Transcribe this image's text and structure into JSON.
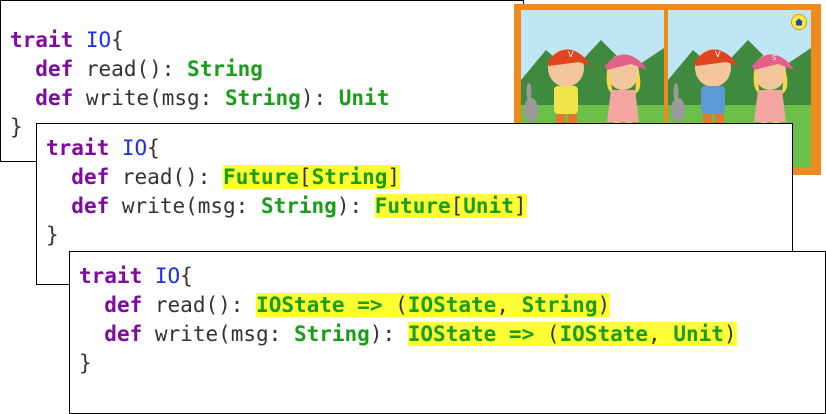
{
  "blocks": [
    {
      "line1": {
        "kw": "trait",
        "name": "IO",
        "brace": "{"
      },
      "line2": {
        "kw": "def",
        "sig": "read(): ",
        "ret": "String"
      },
      "line3": {
        "kw": "def",
        "sig": "write(msg: ",
        "arg": "String",
        "mid": "): ",
        "ret": "Unit"
      },
      "line4": "}"
    },
    {
      "line1": {
        "kw": "trait",
        "name": "IO",
        "brace": "{"
      },
      "line2": {
        "kw": "def",
        "sig": "read(): ",
        "wrap": "Future",
        "open": "[",
        "ret": "String",
        "close": "]"
      },
      "line3": {
        "kw": "def",
        "sig": "write(msg: ",
        "arg": "String",
        "mid": "): ",
        "wrap": "Future",
        "open": "[",
        "ret": "Unit",
        "close": "]"
      },
      "line4": "}"
    },
    {
      "line1": {
        "kw": "trait",
        "name": "IO",
        "brace": "{"
      },
      "line2": {
        "kw": "def",
        "sig": "read(): ",
        "state": "IOState",
        "arrow": " => ",
        "open": "(",
        "state2": "IOState",
        "comma": ", ",
        "ret": "String",
        "close": ")"
      },
      "line3": {
        "kw": "def",
        "sig": "write(msg: ",
        "arg": "String",
        "mid": "): ",
        "state": "IOState",
        "arrow": " => ",
        "open": "(",
        "state2": "IOState",
        "comma": ", ",
        "ret": "Unit",
        "close": ")"
      },
      "line4": "}"
    }
  ],
  "picture": {
    "home_icon": "home-icon",
    "frame_color": "#f08a1c",
    "cap_letter_left": "V",
    "cap_letter_right": "S"
  }
}
